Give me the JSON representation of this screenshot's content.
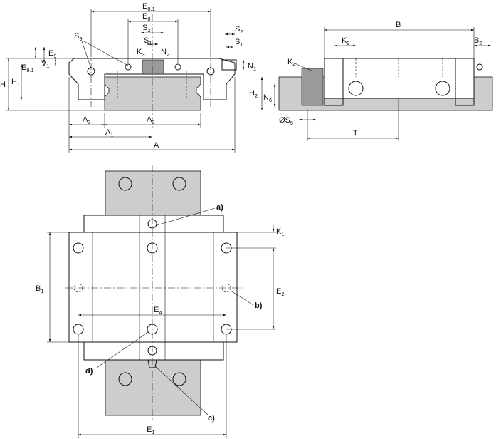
{
  "front_view": {
    "labels": {
      "E81": {
        "main": "E",
        "sub": "8.1"
      },
      "E8": {
        "main": "E",
        "sub": "8"
      },
      "S2": {
        "main": "S",
        "sub": "2"
      },
      "S1": {
        "main": "S",
        "sub": "1"
      },
      "S9": {
        "main": "S",
        "sub": "9"
      },
      "K3": {
        "main": "K",
        "sub": "3"
      },
      "N2": {
        "main": "N",
        "sub": "2"
      },
      "E9": {
        "main": "E",
        "sub": "9"
      },
      "E91": {
        "main": "E",
        "sub": "9.1"
      },
      "V1": {
        "main": "V",
        "sub": "1"
      },
      "H": {
        "main": "H",
        "sub": ""
      },
      "H1": {
        "main": "H",
        "sub": "1"
      },
      "A3": {
        "main": "A",
        "sub": "3"
      },
      "A1": {
        "main": "A",
        "sub": "1"
      },
      "A2": {
        "main": "A",
        "sub": "2"
      },
      "A": {
        "main": "A",
        "sub": ""
      },
      "S2r": {
        "main": "S",
        "sub": "2"
      },
      "S1r": {
        "main": "S",
        "sub": "1"
      },
      "N1": {
        "main": "N",
        "sub": "1"
      }
    }
  },
  "side_view": {
    "labels": {
      "B": {
        "main": "B",
        "sub": ""
      },
      "K2": {
        "main": "K",
        "sub": "2"
      },
      "B2": {
        "main": "B",
        "sub": "2"
      },
      "K4": {
        "main": "K",
        "sub": "4"
      },
      "H2": {
        "main": "H",
        "sub": "2"
      },
      "N6": {
        "main": "N",
        "sub": "6"
      },
      "S5": {
        "main": "ØS",
        "sub": "5"
      },
      "T": {
        "main": "T",
        "sub": ""
      }
    }
  },
  "top_view": {
    "labels": {
      "B1": {
        "main": "B",
        "sub": "1"
      },
      "E2": {
        "main": "E",
        "sub": "2"
      },
      "E4": {
        "main": "E",
        "sub": "4"
      },
      "E1": {
        "main": "E",
        "sub": "1"
      },
      "K1": {
        "main": "K",
        "sub": "1"
      }
    },
    "callouts": {
      "a": "a)",
      "b": "b)",
      "c": "c)",
      "d": "d)"
    }
  }
}
